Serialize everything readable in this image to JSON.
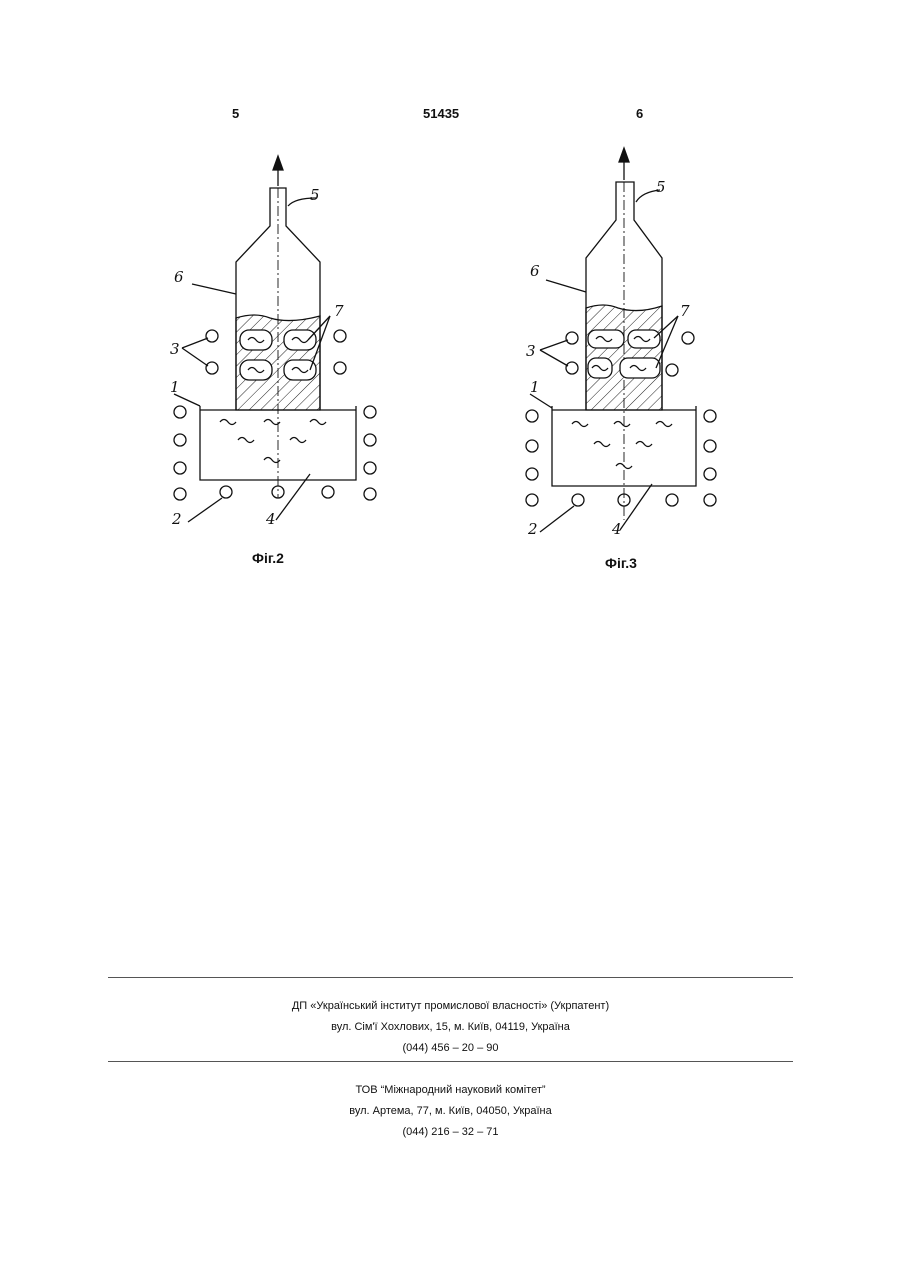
{
  "header": {
    "page_left": "5",
    "patent_number": "51435",
    "page_right": "6"
  },
  "figures": [
    {
      "caption": "Фіг.2",
      "labels": {
        "l1": "1",
        "l2": "2",
        "l3": "3",
        "l4": "4",
        "l5": "5",
        "l6": "6",
        "l7": "7"
      }
    },
    {
      "caption": "Фіг.3",
      "labels": {
        "l1": "1",
        "l2": "2",
        "l3": "3",
        "l4": "4",
        "l5": "5",
        "l6": "6",
        "l7": "7"
      }
    }
  ],
  "footer": {
    "block1": {
      "line1": "ДП «Український інститут промислової власності» (Укрпатент)",
      "line2": "вул. Сім'ї Хохлових, 15, м. Київ, 04119, Україна",
      "line3": "(044) 456 – 20 – 90"
    },
    "block2": {
      "line1": "ТОВ “Міжнародний науковий комітет”",
      "line2": "вул. Артема, 77, м. Київ, 04050, Україна",
      "line3": "(044) 216 – 32 – 71"
    }
  }
}
